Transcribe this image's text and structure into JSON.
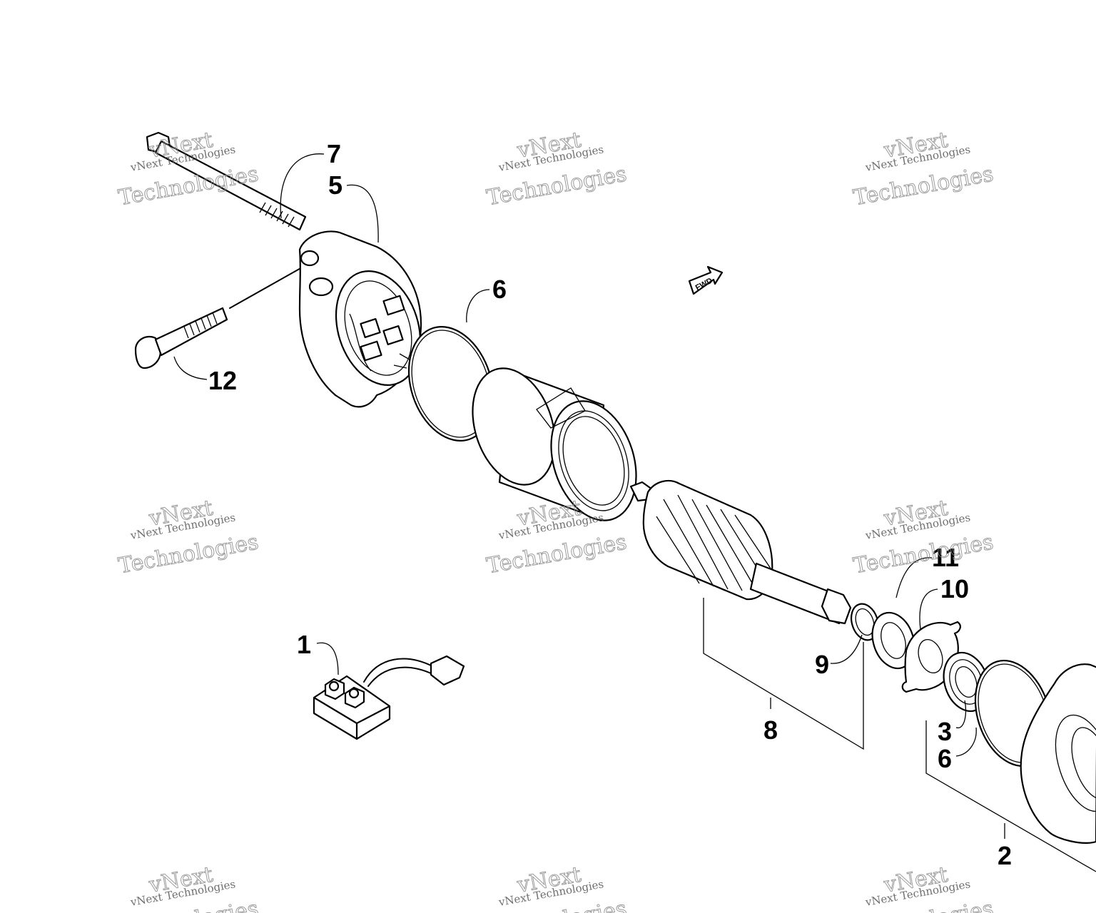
{
  "callouts": {
    "c1": "1",
    "c2": "2",
    "c3": "3",
    "c5": "5",
    "c6a": "6",
    "c6b": "6",
    "c7": "7",
    "c8": "8",
    "c9": "9",
    "c10": "10",
    "c11": "11",
    "c12": "12"
  },
  "fwd_label": "FWD",
  "watermark": {
    "company": "vNext Technologies",
    "brand_top": "vNext",
    "brand_bottom": "Technologies"
  }
}
